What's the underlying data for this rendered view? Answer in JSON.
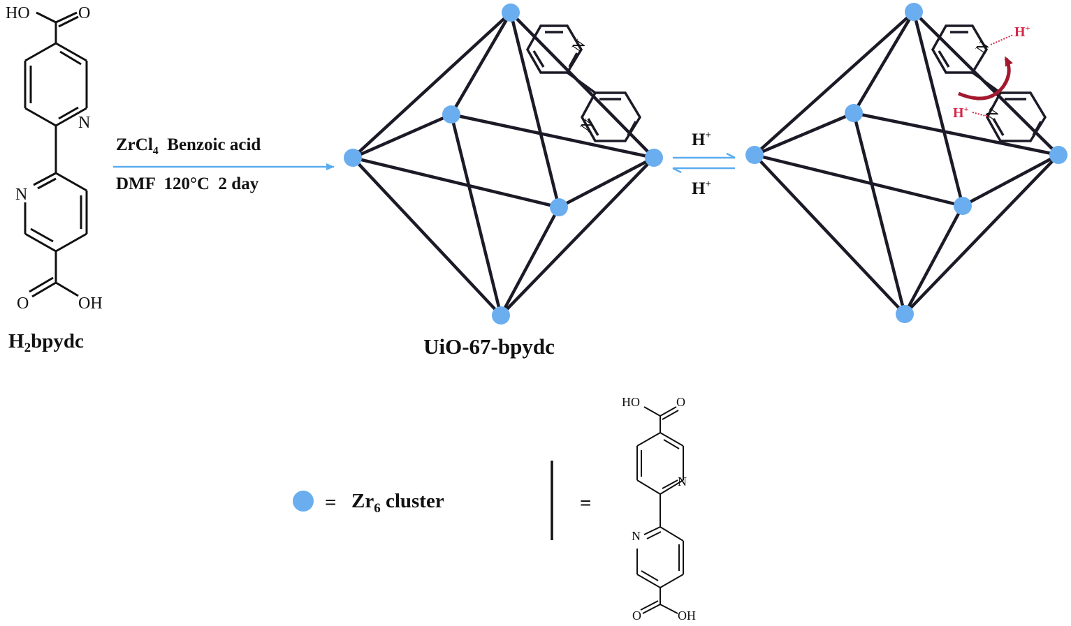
{
  "colors": {
    "node": "#6aaef0",
    "edge": "#1c1a26",
    "arrow": "#5aacf0",
    "proton": "#d62747",
    "curved_arrow": "#a3192e",
    "ink": "#111111"
  },
  "ligand_top": {
    "name_prefix": "H",
    "name_sub": "2",
    "name_suffix": "bpydc",
    "atoms": {
      "ho": "HO",
      "o_top": "O",
      "n1": "N",
      "n2": "N",
      "o_bottom": "O",
      "oh": "OH"
    }
  },
  "synthesis": {
    "reagent_prefix": "ZrCl",
    "reagent_sub": "4",
    "reagent_suffix": "  Benzoic acid",
    "conditions": "DMF  120°C  2 day"
  },
  "mof": {
    "name": "UiO-67-bpydc",
    "n_top": "N",
    "n_bottom": "N"
  },
  "equilibrium": {
    "forward": "H",
    "forward_sup": "+",
    "reverse": "H",
    "reverse_sup": "+"
  },
  "protonated": {
    "n_top": "N",
    "n_bottom": "N",
    "h1": "H",
    "h1_sup": "+",
    "h2": "H",
    "h2_sup": "+"
  },
  "legend": {
    "equals_1": "=",
    "cluster_prefix": "Zr",
    "cluster_sub": "6",
    "cluster_suffix": " cluster",
    "equals_2": "=",
    "ligand_atoms": {
      "ho": "HO",
      "o_top": "O",
      "n1": "N",
      "n2": "N",
      "o_bottom": "O",
      "oh": "OH"
    }
  }
}
